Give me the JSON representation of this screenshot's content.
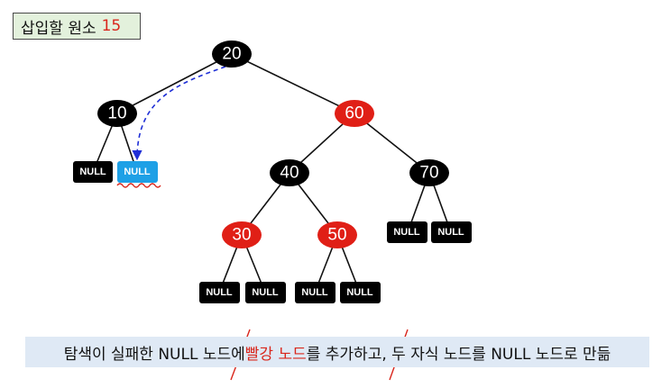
{
  "title": {
    "text": "삽입할 원소",
    "number": "15"
  },
  "colors": {
    "black_node": "#000000",
    "red_node": "#e01f16",
    "new_null": "#1ea0e6",
    "arrow": "#1f2fd6",
    "squiggle": "#d9261c"
  },
  "nodes": [
    {
      "id": "n20",
      "label": "20",
      "color": "black"
    },
    {
      "id": "n10",
      "label": "10",
      "color": "black"
    },
    {
      "id": "n60",
      "label": "60",
      "color": "red"
    },
    {
      "id": "n40",
      "label": "40",
      "color": "black"
    },
    {
      "id": "n70",
      "label": "70",
      "color": "black"
    },
    {
      "id": "n30",
      "label": "30",
      "color": "red"
    },
    {
      "id": "n50",
      "label": "50",
      "color": "red"
    }
  ],
  "null_label": "NULL",
  "caption": {
    "part1": "탐색이 실패한 NULL 노드에 ",
    "highlight": "빨강 노드",
    "part2": "를 추가하고, 두 자식 노드를 NULL 노드로 만듦"
  }
}
